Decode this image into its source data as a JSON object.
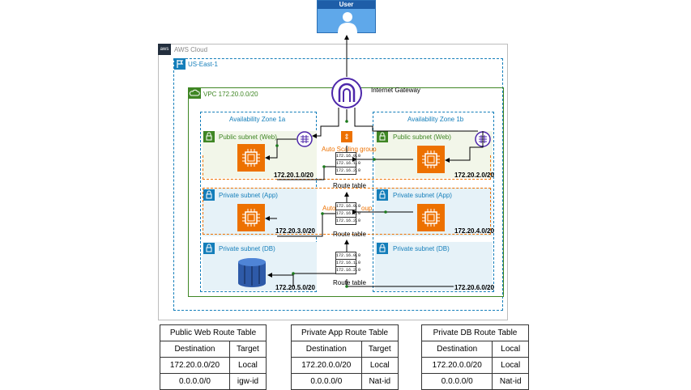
{
  "user": {
    "label": "User"
  },
  "aws_cloud": {
    "label": "AWS Cloud",
    "logo_text": "aws"
  },
  "region": {
    "label": "US-East-1"
  },
  "vpc": {
    "label": "VPC 172.20.0.0/20"
  },
  "igw": {
    "label": "Internet Gateway"
  },
  "az1": {
    "label": "Availability Zone 1a"
  },
  "az2": {
    "label": "Availability Zone 1b"
  },
  "subnets": {
    "pub_web_a": {
      "label": "Public subnet (Web)",
      "cidr": "172.20.1.0/20"
    },
    "pub_web_b": {
      "label": "Public subnet (Web)",
      "cidr": "172.20.2.0/20"
    },
    "priv_app_a": {
      "label": "Private subnet (App)",
      "cidr": "172.20.3.0/20"
    },
    "priv_app_b": {
      "label": "Private subnet (App)",
      "cidr": "172.20.4.0/20"
    },
    "priv_db_a": {
      "label": "Private subnet (DB)",
      "cidr": "172.20.5.0/20"
    },
    "priv_db_b": {
      "label": "Private subnet (DB)",
      "cidr": "172.20.6.0/20"
    }
  },
  "asg_web": {
    "label": "Auto Scaling group"
  },
  "asg_app": {
    "label_left": "Auto",
    "label_right": "oup"
  },
  "route_tables_mini": {
    "web": {
      "label": "Route table",
      "rows": [
        "172.16.0.0",
        "172.16.1.0",
        "172.16.2.0"
      ]
    },
    "app": {
      "label": "Route table",
      "rows": [
        "172.16.0.0",
        "172.16.1.0",
        "172.16.2.0"
      ]
    },
    "db": {
      "label": "Route table",
      "rows": [
        "172.16.0.0",
        "172.16.1.0",
        "172.16.2.0"
      ]
    }
  },
  "tables": {
    "web": {
      "title": "Public Web Route Table",
      "header": [
        "Destination",
        "Target"
      ],
      "rows": [
        [
          "172.20.0.0/20",
          "Local"
        ],
        [
          "0.0.0.0/0",
          "igw-id"
        ]
      ]
    },
    "app": {
      "title": "Private App Route Table",
      "header": [
        "Destination",
        "Target"
      ],
      "rows": [
        [
          "172.20.0.0/20",
          "Local"
        ],
        [
          "0.0.0.0/0",
          "Nat-id"
        ]
      ]
    },
    "db": {
      "title": "Private DB Route Table",
      "header": [
        "Destination",
        "Local"
      ],
      "rows": [
        [
          "172.20.0.0/20",
          "Local"
        ],
        [
          "0.0.0.0/0",
          "Nat-id"
        ]
      ]
    }
  },
  "colors": {
    "user_blue": "#1e88e5",
    "vpc_green": "#3f8624",
    "az_blue": "#147eba",
    "private_blue": "#e6f2f8",
    "public_green": "#f2f6e9",
    "asg_orange": "#ed7100",
    "igw_purple": "#4d27aa"
  }
}
